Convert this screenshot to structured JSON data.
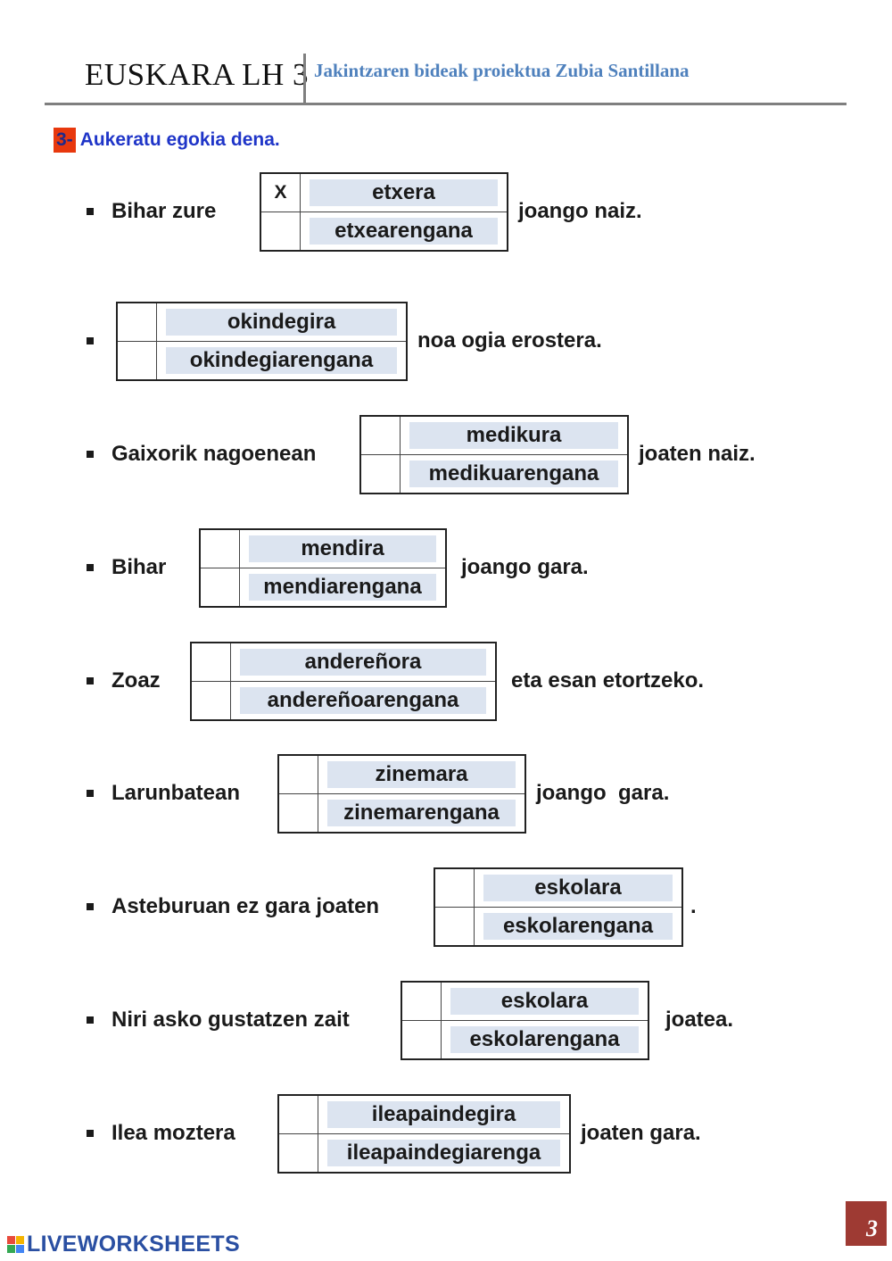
{
  "header": {
    "title": "EUSKARA LH 3",
    "subtitle": "Jakintzaren bideak proiektua  Zubia Santillana"
  },
  "exercise": {
    "number": "3-",
    "instruction": "Aukeratu egokia dena."
  },
  "items": [
    {
      "before": "Bihar zure",
      "options": [
        "etxera",
        "etxearengana"
      ],
      "marks": [
        "X",
        ""
      ],
      "after": "joango naiz."
    },
    {
      "before": "",
      "options": [
        "okindegira",
        "okindegiarengana"
      ],
      "marks": [
        "",
        ""
      ],
      "after": "noa ogia erostera."
    },
    {
      "before": "Gaixorik nagoenean",
      "options": [
        "medikura",
        "medikuarengana"
      ],
      "marks": [
        "",
        ""
      ],
      "after": "joaten naiz."
    },
    {
      "before": "Bihar",
      "options": [
        "mendira",
        "mendiarengana"
      ],
      "marks": [
        "",
        ""
      ],
      "after": "joango gara."
    },
    {
      "before": "Zoaz",
      "options": [
        "andereñora",
        "andereñoarengana"
      ],
      "marks": [
        "",
        ""
      ],
      "after": "eta esan etortzeko."
    },
    {
      "before": "Larunbatean",
      "options": [
        "zinemara",
        "zinemarengana"
      ],
      "marks": [
        "",
        ""
      ],
      "after": "joango  gara."
    },
    {
      "before": "Asteburuan ez gara joaten",
      "options": [
        "eskolara",
        "eskolarengana"
      ],
      "marks": [
        "",
        ""
      ],
      "after": "."
    },
    {
      "before": "Niri asko gustatzen zait",
      "options": [
        "eskolara",
        "eskolarengana"
      ],
      "marks": [
        "",
        ""
      ],
      "after": "joatea."
    },
    {
      "before": "Ilea moztera",
      "options": [
        "ileapaindegira",
        "ileapaindegiarenga"
      ],
      "marks": [
        "",
        ""
      ],
      "after": "joaten gara."
    }
  ],
  "footer": {
    "logo_text": "LIVEWORKSHEETS",
    "page_number": "3"
  },
  "colors": {
    "header_blue": "#4f81bd",
    "instruction_blue": "#1f35c8",
    "number_highlight": "#e8380d",
    "option_fill": "#dce4f0",
    "page_badge": "#9e3a33"
  }
}
